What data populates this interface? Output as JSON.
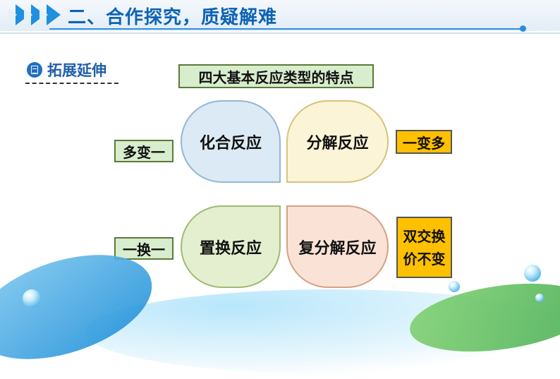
{
  "header": {
    "title": "二、合作探究，质疑解难"
  },
  "section": {
    "label": "拓展延伸",
    "icon": "notepad-icon"
  },
  "title_box": "四大基本反应类型的特点",
  "reactions": [
    {
      "name": "化合反应",
      "feature": "多变一"
    },
    {
      "name": "分解反应",
      "feature": "一变多"
    },
    {
      "name": "置换反应",
      "feature": "一换一"
    },
    {
      "name": "复分解反应",
      "feature_lines": [
        "双交换",
        "价不变"
      ]
    }
  ],
  "colors": {
    "accent": "#1f8fe0",
    "title_blue": "#0d63b5",
    "green_box": "#d8edce",
    "yellow_box": "#ffc000",
    "petal_blue": "#dbeaf4",
    "petal_yellow": "#fbf4d6",
    "petal_green": "#e3efcf",
    "petal_peach": "#fae3d6"
  }
}
